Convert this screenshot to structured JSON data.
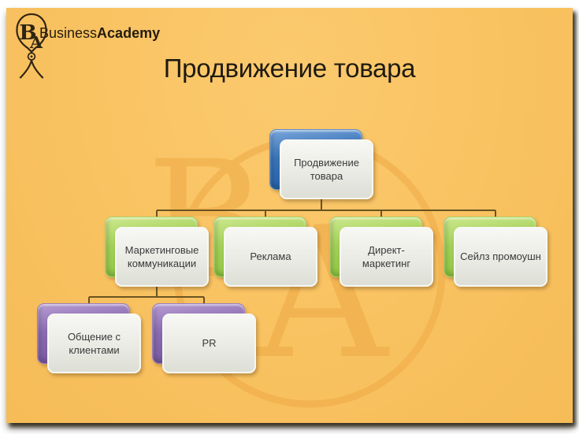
{
  "slide": {
    "title": "Продвижение товара",
    "background_color": "#f9c261"
  },
  "logo": {
    "brand_regular": "Business",
    "brand_bold": "Academy",
    "monogram_b": "B",
    "monogram_a": "A"
  },
  "watermark": {
    "letter_b": "B",
    "letter_a": "A",
    "color": "#eda743"
  },
  "diagram": {
    "type": "hierarchy",
    "connector_color": "#6a5420",
    "root": {
      "label": "Продвижение товара",
      "accent": "#2f6cb4",
      "color_name": "blue"
    },
    "level2": [
      {
        "label": "Маркетинговые коммуникации",
        "accent": "#8bc53f",
        "color_name": "green",
        "parent": "Продвижение товара"
      },
      {
        "label": "Реклама",
        "accent": "#8bc53f",
        "color_name": "green",
        "parent": "Продвижение товара"
      },
      {
        "label": "Директ-маркетинг",
        "accent": "#8bc53f",
        "color_name": "green",
        "parent": "Продвижение товара"
      },
      {
        "label": "Сейлз промоушн",
        "accent": "#8bc53f",
        "color_name": "green",
        "parent": "Продвижение товара"
      }
    ],
    "level3": [
      {
        "label": "Общение с клиентами",
        "accent": "#7a5ba3",
        "color_name": "purple",
        "parent": "Маркетинговые коммуникации"
      },
      {
        "label": "PR",
        "accent": "#7a5ba3",
        "color_name": "purple",
        "parent": "Маркетинговые коммуникации"
      }
    ]
  }
}
